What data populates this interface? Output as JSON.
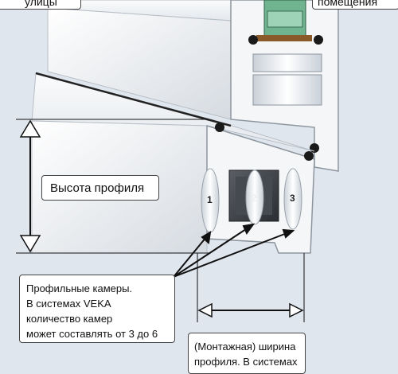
{
  "labels": {
    "outside": "улицы",
    "inside": "помещения",
    "profile_height": "Высота профиля",
    "chambers": "Профильные камеры.\nВ системах VEKA\nколичество камер\nможет составлять от 3 до 6",
    "mounting_width": "(Монтажная) ширина\nпрофиля. В системах"
  },
  "chamber_numbers": [
    "1",
    "2",
    "3"
  ],
  "colors": {
    "background": "#dfe6ee",
    "profile": "#f2f4f6",
    "steel_core": "#3c3f44",
    "glass": "#6fb38f",
    "seal": "#1a1a1a"
  }
}
